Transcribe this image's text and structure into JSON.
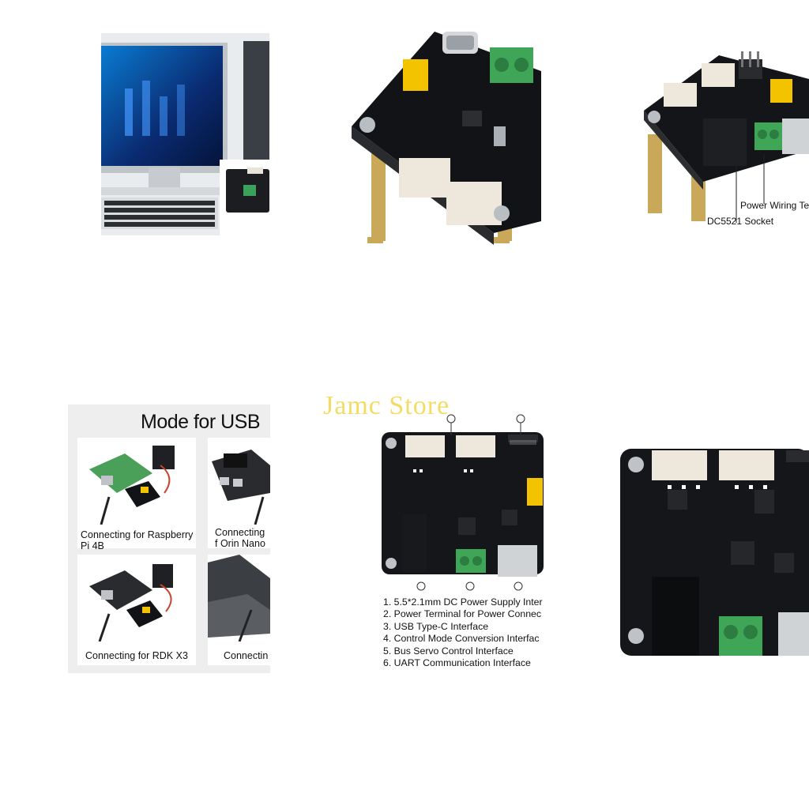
{
  "tile_usb": {
    "title": "Mode for USB",
    "cards": [
      {
        "caption": "Connecting for Raspberry Pi 4B"
      },
      {
        "caption": "Connecting f Orin Nano"
      },
      {
        "caption": "Connecting  for RDK X3"
      },
      {
        "caption": "Connectin"
      }
    ]
  },
  "tile_callouts": {
    "power_terminal": "Power Wiring Te",
    "dc_socket": "DC5521 Socket"
  },
  "tile_diagram": {
    "watermark": "Jamc Store",
    "legend": [
      "1. 5.5*2.1mm DC Power Supply Inter",
      "2. Power Terminal for Power Connec",
      "3. USB Type-C Interface",
      "4. Control Mode Conversion Interfac",
      "5. Bus Servo Control Interface",
      "6. UART Communication Interface"
    ]
  }
}
